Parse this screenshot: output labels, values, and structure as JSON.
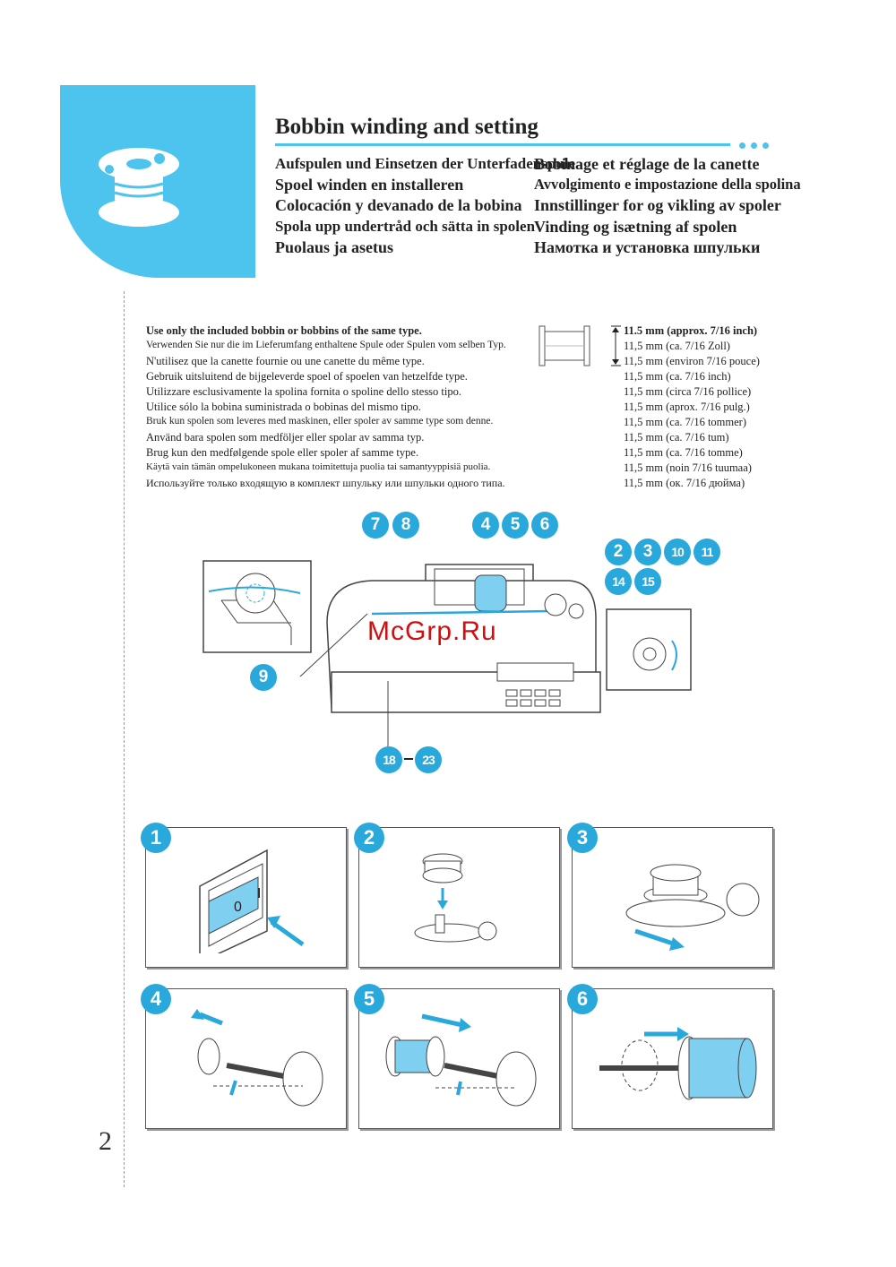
{
  "header": {
    "title": "Bobbin winding and setting",
    "subtitles_left": [
      "Aufspulen und Einsetzen der Unterfadenspule",
      "Spoel winden en installeren",
      "Colocación y devanado de la bobina",
      "Spola upp undertråd och sätta in spolen",
      "Puolaus ja asetus"
    ],
    "subtitles_right": [
      "Bobinage et réglage de la canette",
      "Avvolgimento e impostazione della spolina",
      "Innstillinger for og vikling av spoler",
      "Vinding og isætning af spolen",
      "Намотка и установка шпульки"
    ]
  },
  "notes": [
    "Use only the included bobbin or bobbins of the same type.",
    "Verwenden Sie nur die im Lieferumfang enthaltene Spule oder Spulen vom selben Typ.",
    "N'utilisez que la canette fournie ou une canette du même type.",
    "Gebruik uitsluitend de bijgeleverde spoel of spoelen van hetzelfde type.",
    "Utilizzare esclusivamente la spolina fornita o spoline dello stesso tipo.",
    "Utilice sólo la bobina suministrada o bobinas del mismo tipo.",
    "Bruk kun spolen som leveres med maskinen, eller spoler av samme type som denne.",
    "Använd bara spolen som medföljer eller spolar av samma typ.",
    "Brug kun den medfølgende spole eller spoler af samme type.",
    "Käytä vain tämän ompelukoneen mukana toimitettuja puolia tai samantyyppisiä puolia.",
    "Используйте только входящую в комплект шпульку или шпульки одного типа."
  ],
  "measurements": [
    "11.5 mm (approx. 7/16 inch)",
    "11,5 mm (ca. 7/16 Zoll)",
    "11,5 mm (environ 7/16 pouce)",
    "11,5 mm (ca. 7/16 inch)",
    "11,5 mm (circa 7/16 pollice)",
    "11,5 mm (aprox. 7/16 pulg.)",
    "11,5 mm (ca. 7/16 tommer)",
    "11,5 mm (ca. 7/16 tum)",
    "11,5 mm (ca. 7/16 tomme)",
    "11,5 mm (noin 7/16 tuumaa)",
    "11,5 mm (ок. 7/16 дюйма)"
  ],
  "callouts": {
    "c7": "7",
    "c8": "8",
    "c4": "4",
    "c5": "5",
    "c6": "6",
    "c2": "2",
    "c3": "3",
    "c10": "10",
    "c11": "11",
    "c14": "14",
    "c15": "15",
    "c9": "9",
    "c18": "18",
    "c23": "23"
  },
  "panels": [
    "1",
    "2",
    "3",
    "4",
    "5",
    "6"
  ],
  "power_switch": {
    "off": "0",
    "on": "I"
  },
  "watermark": "McGrp.Ru",
  "page_number": "2",
  "colors": {
    "accent": "#4cc4ee",
    "badge": "#29a8dc",
    "thread": "#7fd0f0"
  }
}
